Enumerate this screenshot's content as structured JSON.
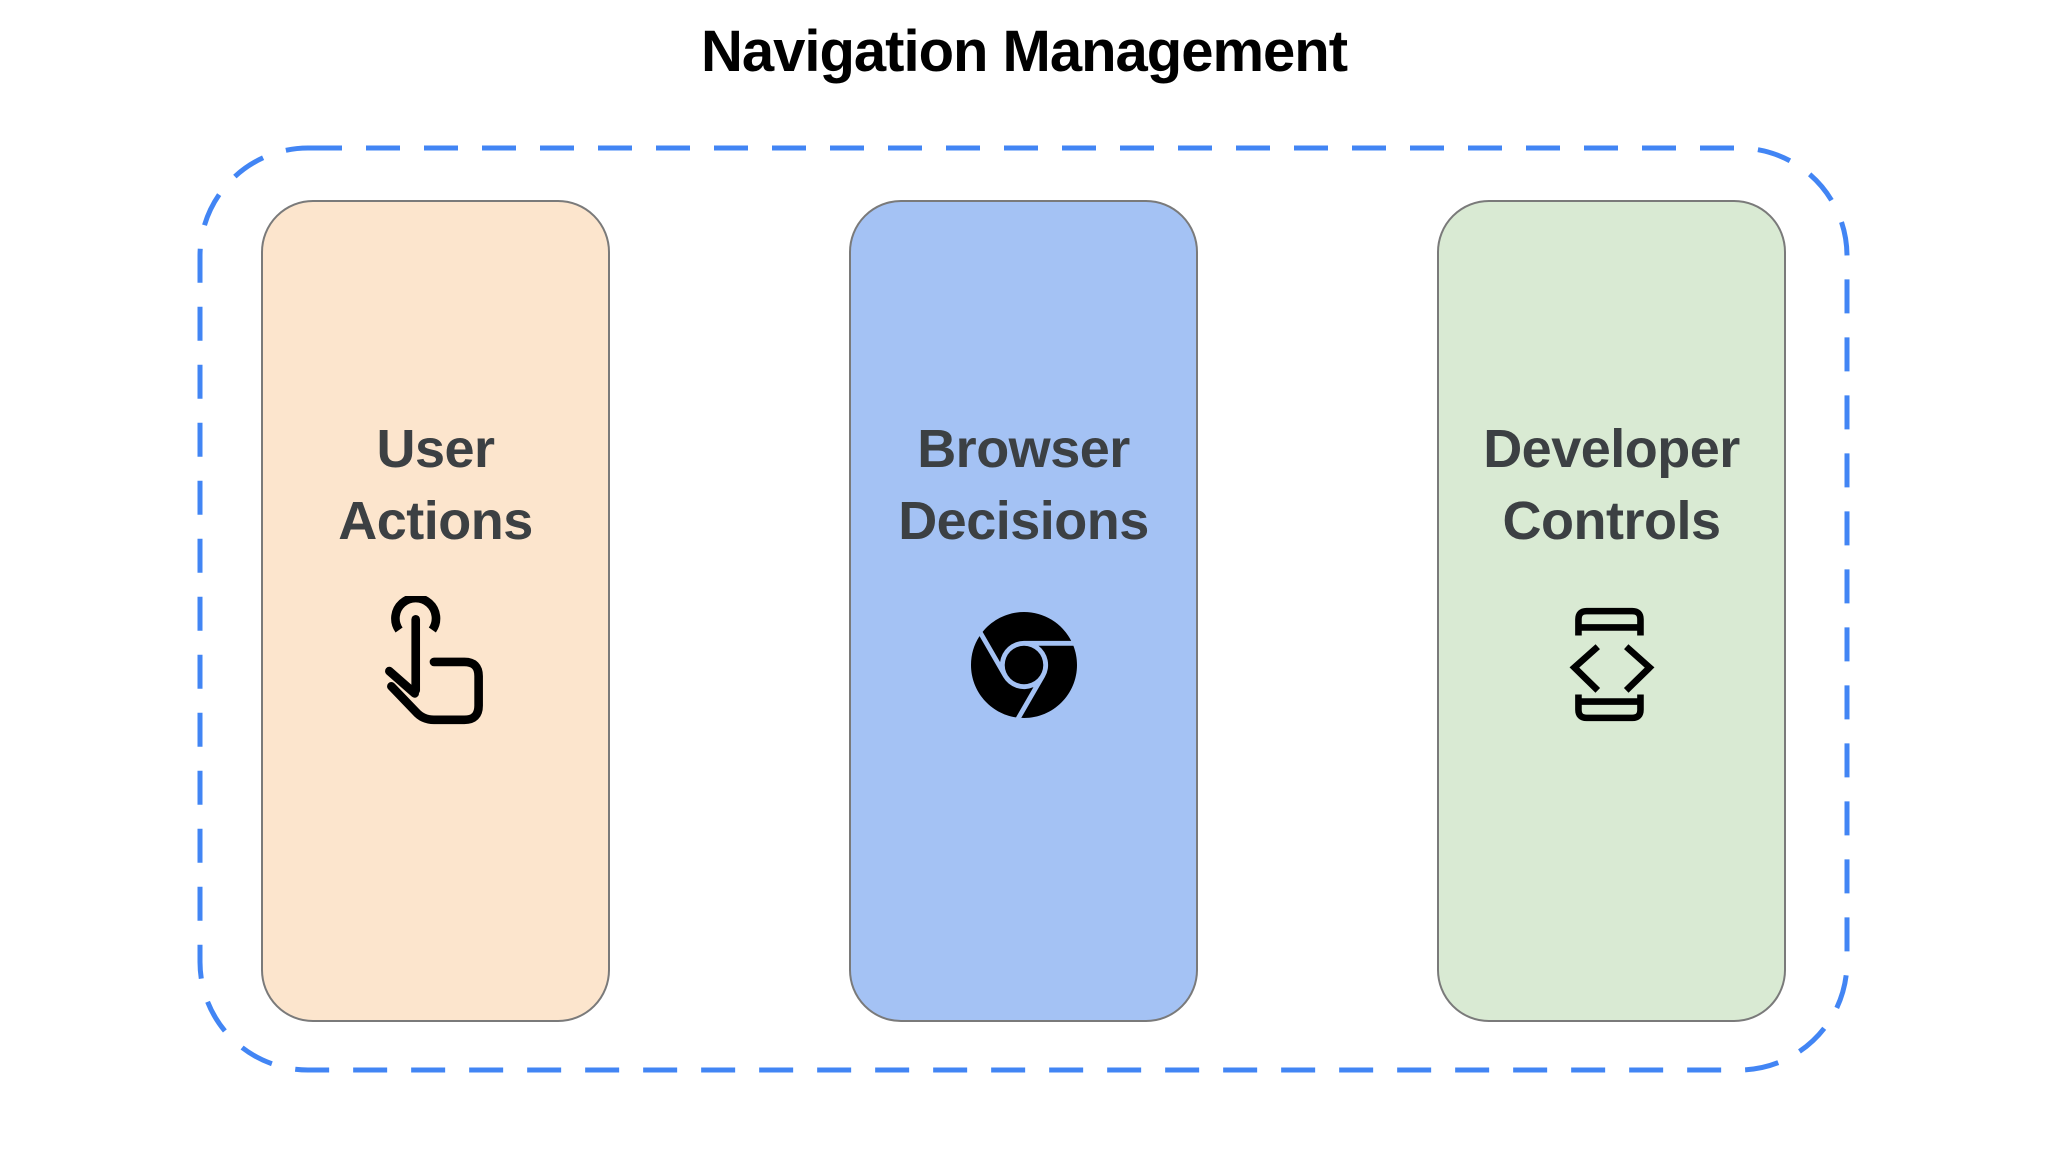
{
  "title": "Navigation Management",
  "frame": {
    "style": "dashed-rounded-rectangle",
    "border_color": "#4285F4"
  },
  "cards": [
    {
      "label": "User Actions",
      "lines": [
        "User",
        "Actions"
      ],
      "icon": "touch-gesture-icon",
      "bg": "#FCE5CD"
    },
    {
      "label": "Browser Decisions",
      "lines": [
        "Browser",
        "Decisions"
      ],
      "icon": "chrome-browser-icon",
      "bg": "#A4C2F4"
    },
    {
      "label": "Developer Controls",
      "lines": [
        "Developer",
        "Controls"
      ],
      "icon": "developer-mode-icon",
      "bg": "#D9EAD3"
    }
  ],
  "colors": {
    "background": "#FFFFFF",
    "title_text": "#000000",
    "card_text": "#3C4043",
    "card_border": "#7A7A7A",
    "frame_border": "#4285F4",
    "icon": "#000000"
  }
}
